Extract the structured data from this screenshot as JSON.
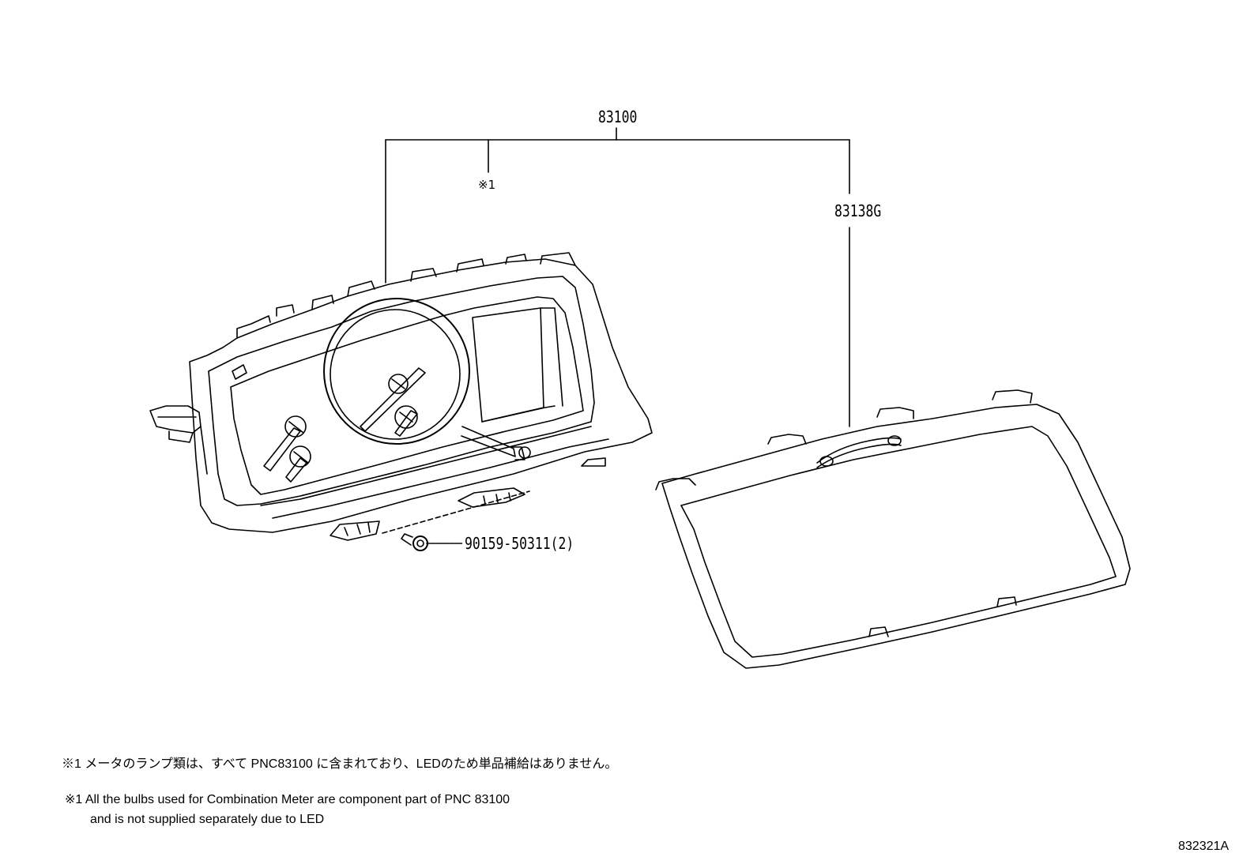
{
  "callouts": {
    "assembly": "83100",
    "ref_mark": "※1",
    "lens": "83138G",
    "screw": "90159-50311(2)"
  },
  "notes": {
    "japanese": "※1 メータのランプ類は、すべて PNC83100 に含まれており、LEDのため単品補給はありません。",
    "english_line1": "※1 All the bulbs used for Combination Meter are component part of PNC 83100",
    "english_line2": "and is not supplied separately due to LED"
  },
  "figure_id": "832321A"
}
